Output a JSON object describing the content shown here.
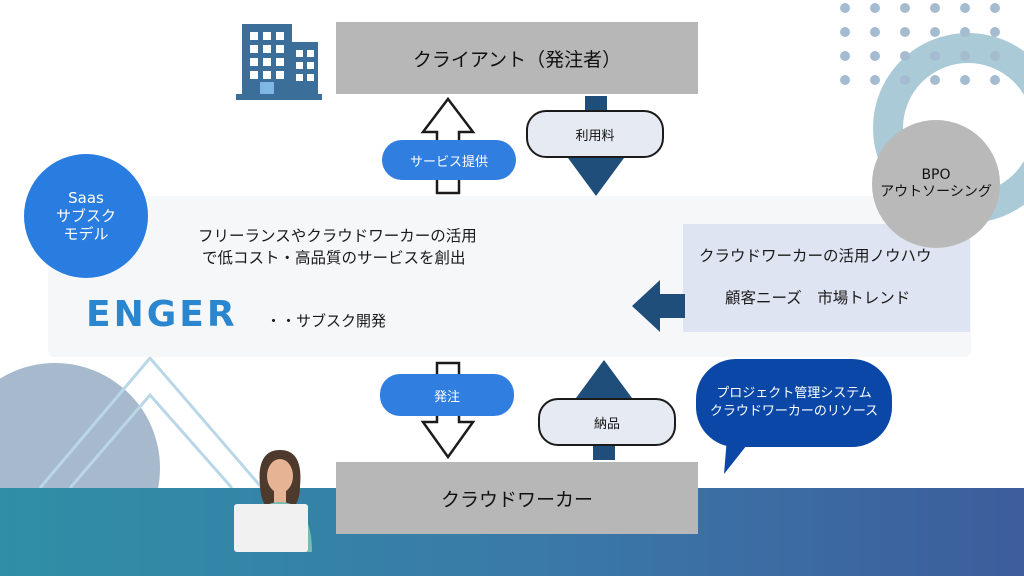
{
  "client": {
    "label": "クライアント（発注者）"
  },
  "crowdworker": {
    "label": "クラウドワーカー"
  },
  "arrows": {
    "service": "サービス提供",
    "fee": "利用料",
    "order": "発注",
    "delivery": "納品"
  },
  "saas_circle": {
    "lines": [
      "Saas",
      "サブスク",
      "モデル"
    ]
  },
  "bpo_circle": {
    "lines": [
      "BPO",
      "アウトソーシング"
    ]
  },
  "center": {
    "line1": "フリーランスやクラウドワーカーの活用",
    "line2": "で低コスト・高品質のサービスを創出",
    "logo": "ENGER",
    "subscription": "・・サブスク開発"
  },
  "knowhow": {
    "line1": "クラウドワーカーの活用ノウハウ",
    "line2": "顧客ニーズ　市場トレンド"
  },
  "bubble": {
    "line1": "プロジェクト管理システム",
    "line2": "クラウドワーカーのリソース"
  },
  "colors": {
    "accent_blue": "#2f7ee0",
    "dark_navy": "#1f4e7a",
    "gray_box": "#b7b7b7",
    "bubble_blue": "#0a47a7"
  },
  "icons": [
    "building-icon",
    "person-laptop-icon",
    "dot-grid-decoration",
    "ring-decoration",
    "mountain-decoration"
  ]
}
